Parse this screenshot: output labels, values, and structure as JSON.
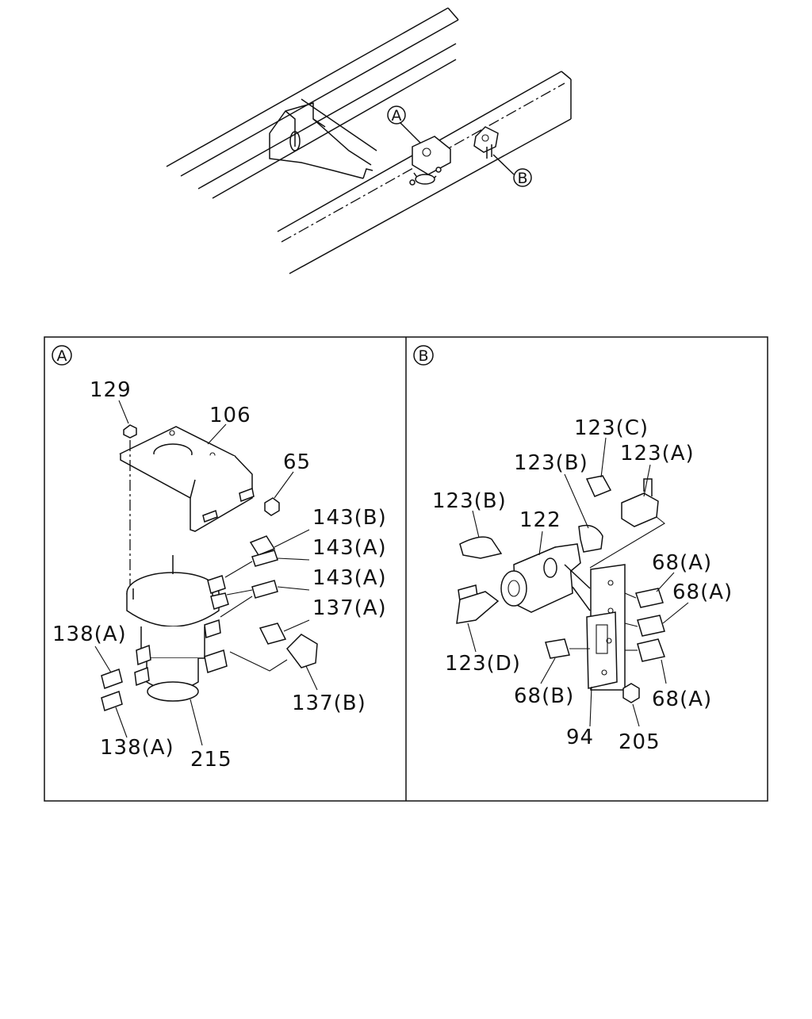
{
  "overview": {
    "callout_a": "A",
    "callout_b": "B"
  },
  "panel_a": {
    "tag": "A",
    "labels": {
      "p129": "129",
      "p106": "106",
      "p65": "65",
      "p143b": "143(B)",
      "p143a_1": "143(A)",
      "p143a_2": "143(A)",
      "p137a": "137(A)",
      "p138a_1": "138(A)",
      "p138a_2": "138(A)",
      "p137b": "137(B)",
      "p215": "215"
    }
  },
  "panel_b": {
    "tag": "B",
    "labels": {
      "p123c": "123(C)",
      "p123b_1": "123(B)",
      "p123a": "123(A)",
      "p123b_2": "123(B)",
      "p122": "122",
      "p68a_1": "68(A)",
      "p68a_2": "68(A)",
      "p123d": "123(D)",
      "p68b": "68(B)",
      "p68a_3": "68(A)",
      "p94": "94",
      "p205": "205"
    }
  }
}
